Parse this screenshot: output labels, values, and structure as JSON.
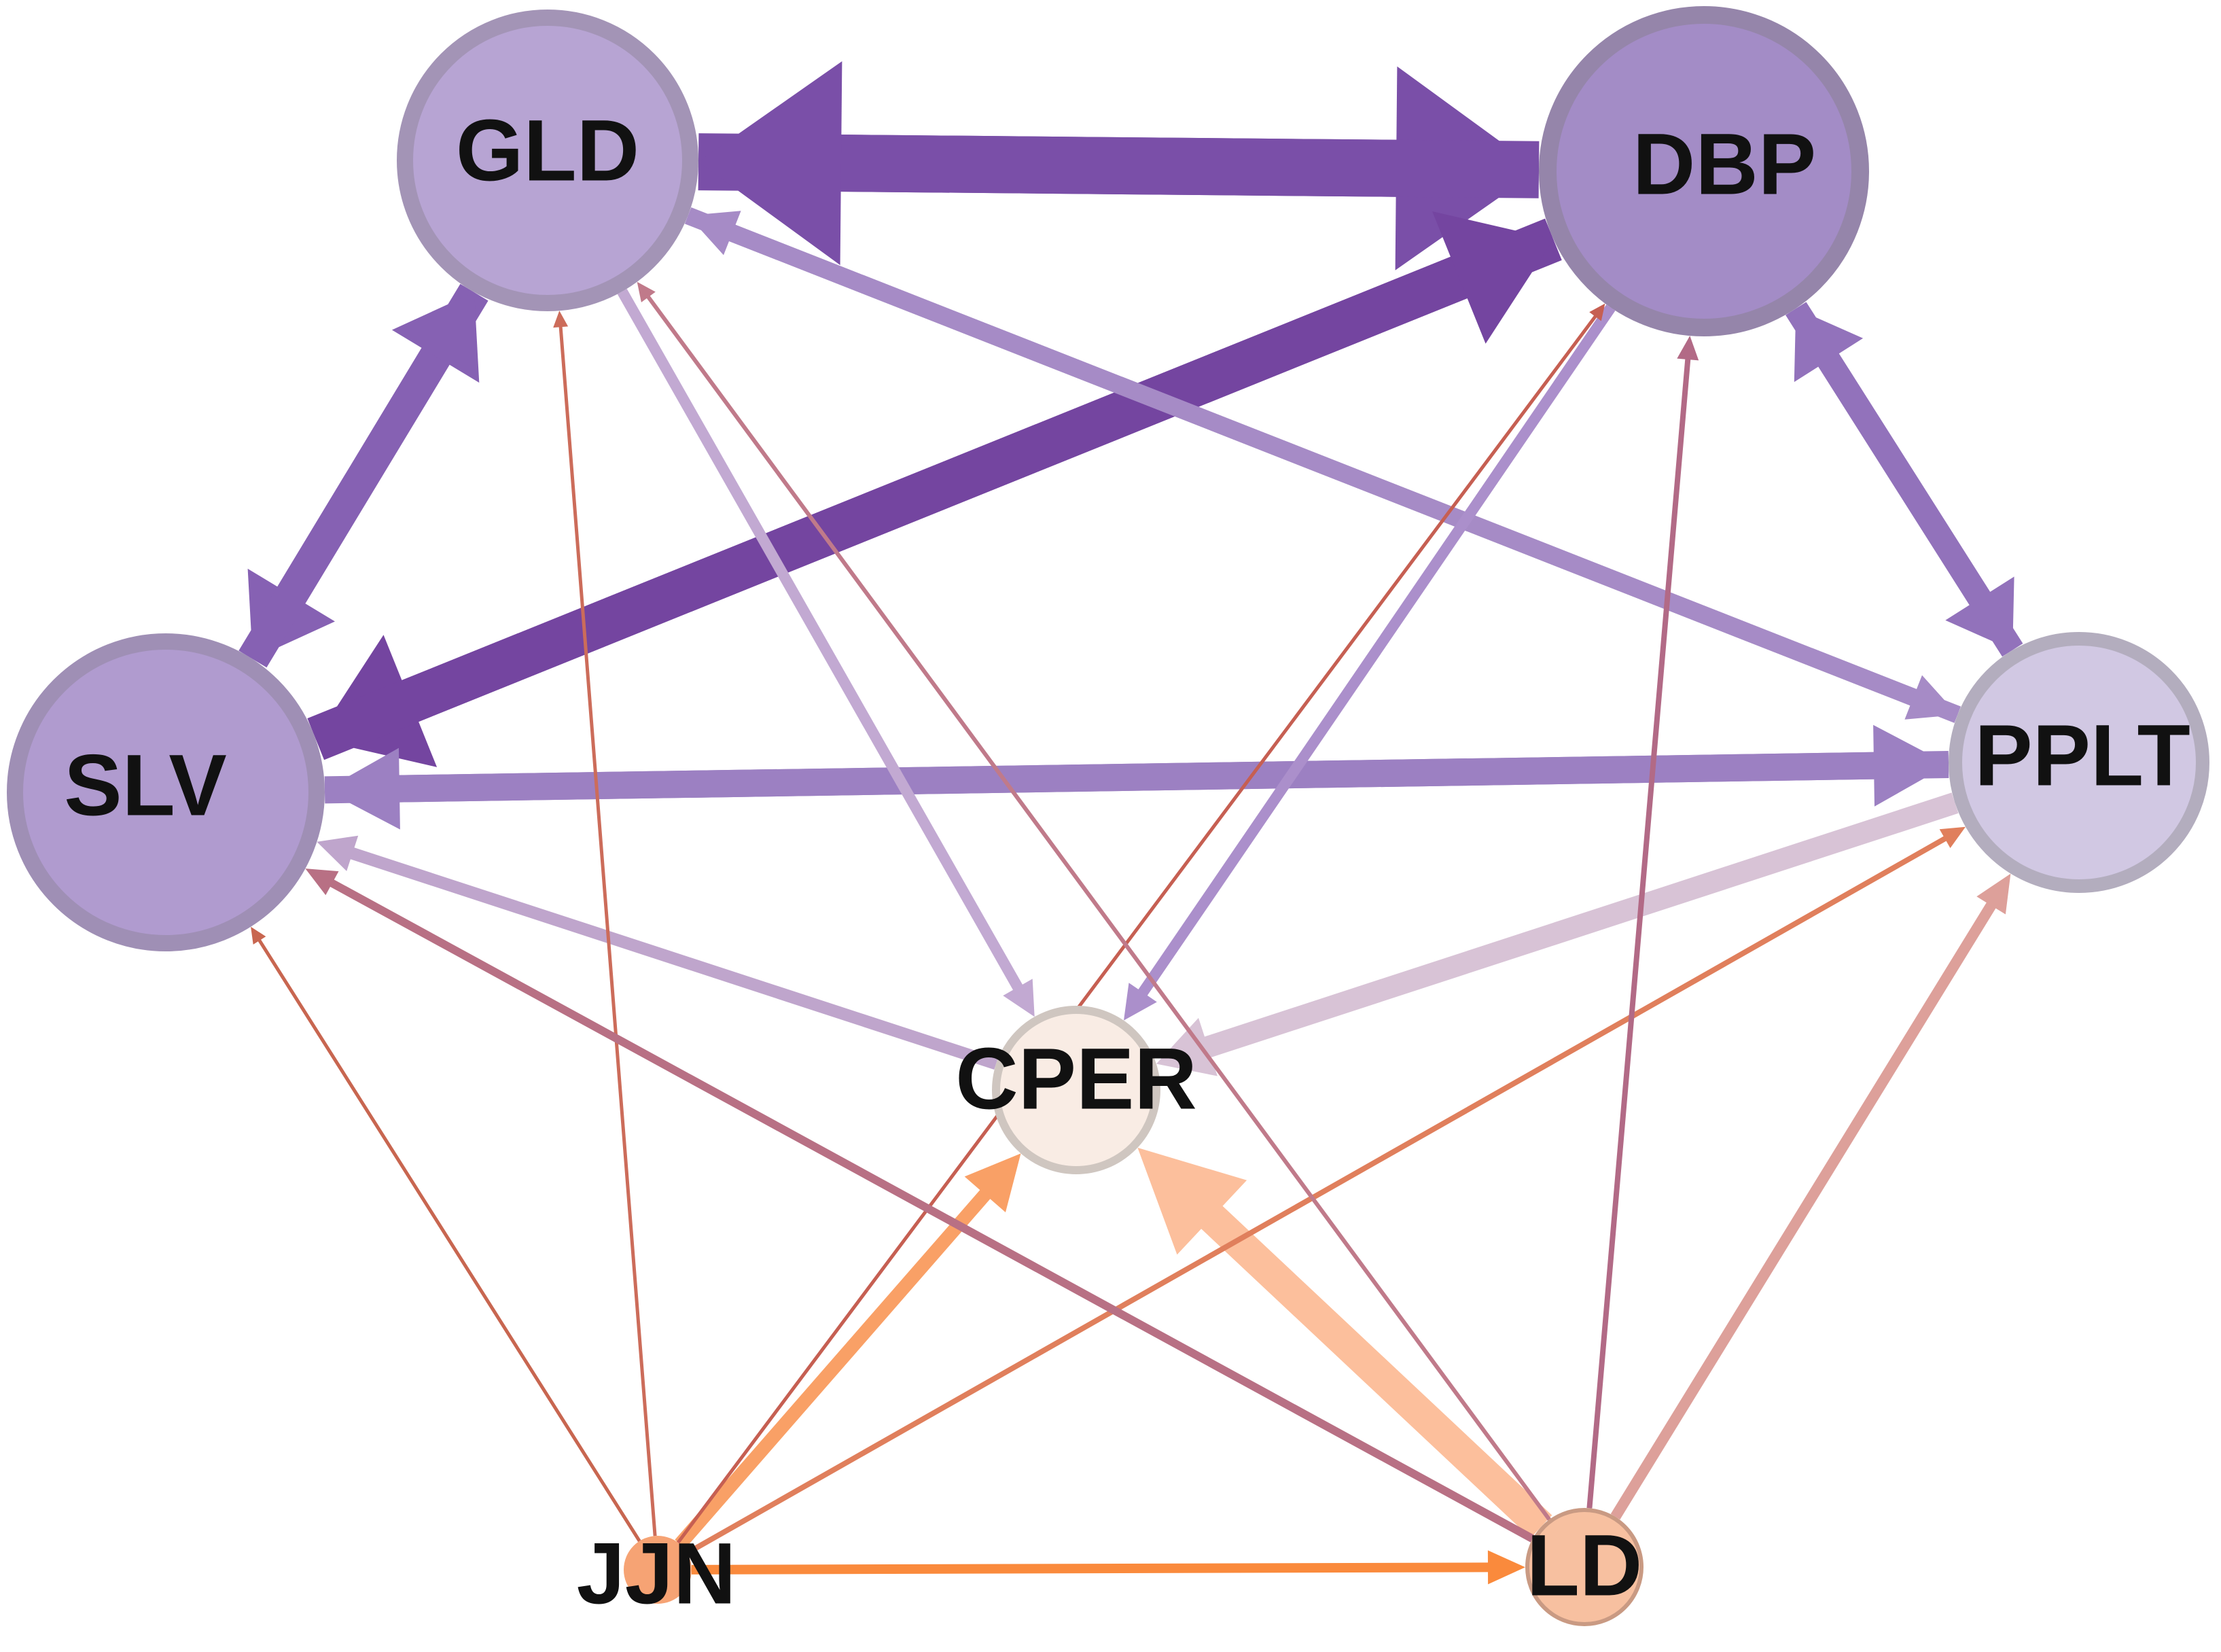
{
  "nodes": [
    {
      "id": "GLD",
      "label": "GLD",
      "fill": "#b7a4d3",
      "stroke": "#a394b6"
    },
    {
      "id": "DBP",
      "label": "DBP",
      "fill": "#a38cc6",
      "stroke": "#9585aa"
    },
    {
      "id": "SLV",
      "label": "SLV",
      "fill": "#b09bcf",
      "stroke": "#9f8fb5"
    },
    {
      "id": "PPLT",
      "label": "PPLT",
      "fill": "#d1c8e3",
      "stroke": "#b3adbe"
    },
    {
      "id": "CPER",
      "label": "CPER",
      "fill": "#f9ece4",
      "stroke": "#cfc6c0"
    },
    {
      "id": "JJN",
      "label": "JJN",
      "fill": "#f6a374",
      "stroke": "#e48e5c"
    },
    {
      "id": "LD",
      "label": "LD",
      "fill": "#f7c0a0",
      "stroke": "#c99a83"
    }
  ],
  "edges": [
    {
      "from": "GLD",
      "to": "DBP",
      "color": "#7a4fa8"
    },
    {
      "from": "DBP",
      "to": "GLD",
      "color": "#7a4fa8"
    },
    {
      "from": "DBP",
      "to": "SLV",
      "color": "#7445a0"
    },
    {
      "from": "SLV",
      "to": "DBP",
      "color": "#7445a0"
    },
    {
      "from": "GLD",
      "to": "SLV",
      "color": "#8661b3"
    },
    {
      "from": "SLV",
      "to": "GLD",
      "color": "#8661b3"
    },
    {
      "from": "DBP",
      "to": "PPLT",
      "color": "#9272bb"
    },
    {
      "from": "PPLT",
      "to": "DBP",
      "color": "#9272bb"
    },
    {
      "from": "PPLT",
      "to": "SLV",
      "color": "#9c80c2"
    },
    {
      "from": "SLV",
      "to": "PPLT",
      "color": "#9c80c2"
    },
    {
      "from": "GLD",
      "to": "PPLT",
      "color": "#a68bc6"
    },
    {
      "from": "PPLT",
      "to": "GLD",
      "color": "#a68bc6"
    },
    {
      "from": "PPLT",
      "to": "CPER",
      "color": "#d8c3d6"
    },
    {
      "from": "CPER",
      "to": "SLV",
      "color": "#bfa5cc"
    },
    {
      "from": "GLD",
      "to": "CPER",
      "color": "#c2a9d2"
    },
    {
      "from": "DBP",
      "to": "CPER",
      "color": "#ab8fcb"
    },
    {
      "from": "LD",
      "to": "CPER",
      "color": "#fcbf9c"
    },
    {
      "from": "JJN",
      "to": "CPER",
      "color": "#f9a066"
    },
    {
      "from": "JJN",
      "to": "LD",
      "color": "#fa8a3c"
    },
    {
      "from": "JJN",
      "to": "SLV",
      "color": "#c86650"
    },
    {
      "from": "JJN",
      "to": "GLD",
      "color": "#cc6c5a"
    },
    {
      "from": "JJN",
      "to": "DBP",
      "color": "#c65f52"
    },
    {
      "from": "JJN",
      "to": "PPLT",
      "color": "#e07f5c"
    },
    {
      "from": "LD",
      "to": "SLV",
      "color": "#b87084"
    },
    {
      "from": "LD",
      "to": "GLD",
      "color": "#c07a8a"
    },
    {
      "from": "LD",
      "to": "DBP",
      "color": "#b26a86"
    },
    {
      "from": "LD",
      "to": "PPLT",
      "color": "#dda09a"
    }
  ]
}
